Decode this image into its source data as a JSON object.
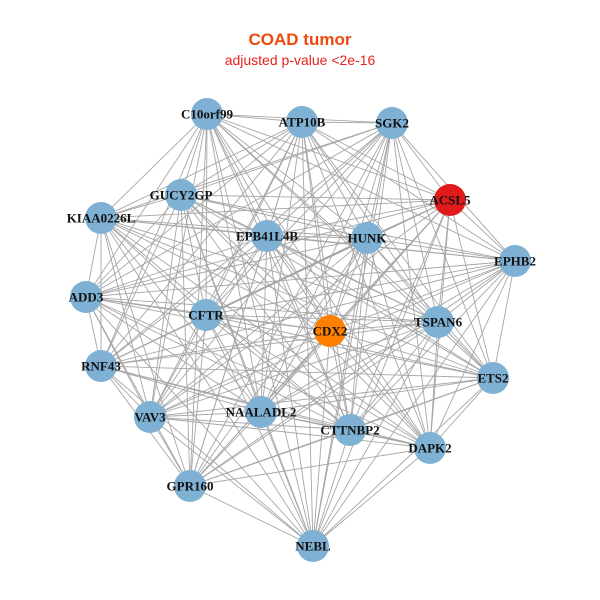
{
  "title": "COAD tumor",
  "subtitle": "adjusted p-value <2e-16",
  "colors": {
    "title": "#ea4a10",
    "subtitle": "#e8231c",
    "edge": "#a6a6a6",
    "node_default": "#7eb1d4",
    "node_hub": "#e11b1b",
    "node_focus": "#ff8000"
  },
  "nodes": [
    {
      "id": "C10orf99",
      "label": "C10orf99",
      "role": "default"
    },
    {
      "id": "ATP10B",
      "label": "ATP10B",
      "role": "default"
    },
    {
      "id": "SGK2",
      "label": "SGK2",
      "role": "default"
    },
    {
      "id": "ACSL5",
      "label": "ACSL5",
      "role": "hub"
    },
    {
      "id": "GUCY2GP",
      "label": "GUCY2GP",
      "role": "default"
    },
    {
      "id": "KIAA0226L",
      "label": "KIAA0226L",
      "role": "default"
    },
    {
      "id": "EPB41L4B",
      "label": "EPB41L4B",
      "role": "default"
    },
    {
      "id": "HUNK",
      "label": "HUNK",
      "role": "default"
    },
    {
      "id": "EPHB2",
      "label": "EPHB2",
      "role": "default"
    },
    {
      "id": "ADD3",
      "label": "ADD3",
      "role": "default"
    },
    {
      "id": "CFTR",
      "label": "CFTR",
      "role": "default"
    },
    {
      "id": "CDX2",
      "label": "CDX2",
      "role": "focus"
    },
    {
      "id": "TSPAN6",
      "label": "TSPAN6",
      "role": "default"
    },
    {
      "id": "RNF43",
      "label": "RNF43",
      "role": "default"
    },
    {
      "id": "ETS2",
      "label": "ETS2",
      "role": "default"
    },
    {
      "id": "VAV3",
      "label": "VAV3",
      "role": "default"
    },
    {
      "id": "NAALADL2",
      "label": "NAALADL2",
      "role": "default"
    },
    {
      "id": "CTTNBP2",
      "label": "CTTNBP2",
      "role": "default"
    },
    {
      "id": "DAPK2",
      "label": "DAPK2",
      "role": "default"
    },
    {
      "id": "GPR160",
      "label": "GPR160",
      "role": "default"
    },
    {
      "id": "NEBL",
      "label": "NEBL",
      "role": "default"
    }
  ],
  "edges": "all-pairs"
}
